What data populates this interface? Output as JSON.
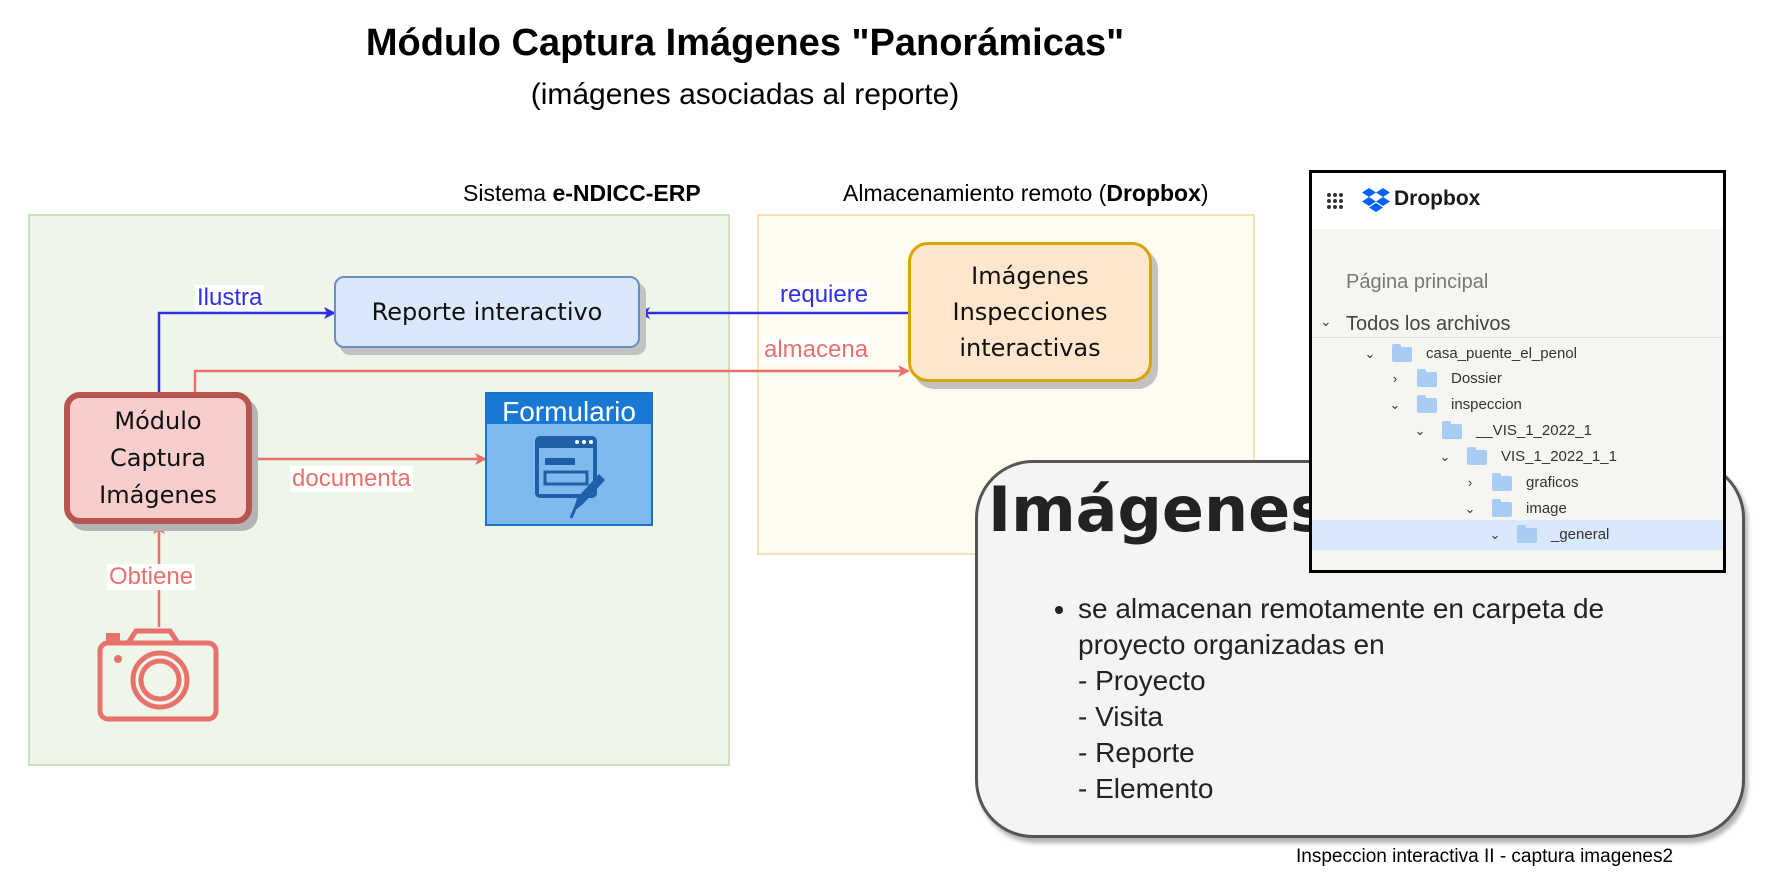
{
  "header": {
    "title": "Módulo Captura Imágenes \"Panorámicas\"",
    "subtitle": "(imágenes asociadas al reporte)"
  },
  "groups": {
    "erp_prefix": "Sistema ",
    "erp_name": "e-NDICC-ERP",
    "remote_prefix": "Almacenamiento remoto (",
    "remote_name": "Dropbox",
    "remote_suffix": ")"
  },
  "nodes": {
    "reporte": "Reporte interactivo",
    "imagenes": [
      "Imágenes",
      "Inspecciones",
      "interactivas"
    ],
    "modulo": [
      "Módulo",
      "Captura",
      "Imágenes"
    ],
    "formulario": "Formulario"
  },
  "edges": {
    "ilustra": "Ilustra",
    "requiere": "requiere",
    "almacena": "almacena",
    "documenta": "documenta",
    "obtiene": "Obtiene"
  },
  "colors": {
    "blue_edge": "#2f2fe6",
    "red_edge": "#e8716c"
  },
  "callout": {
    "title": "Imágenes",
    "bullet_lines": [
      "se almacenan remotamente en carpeta de",
      "proyecto organizadas en",
      "- Proyecto",
      "- Visita",
      "- Reporte",
      "- Elemento"
    ]
  },
  "dropbox": {
    "brand": "Dropbox",
    "icon": "dropbox-logo-icon",
    "nav_home": "Página principal",
    "nav_all": "Todos los archivos",
    "tree": [
      {
        "label": "casa_puente_el_penol",
        "chevron": "⌄"
      },
      {
        "label": "Dossier",
        "chevron": "›"
      },
      {
        "label": "inspeccion",
        "chevron": "⌄"
      },
      {
        "label": "__VIS_1_2022_1",
        "chevron": "⌄"
      },
      {
        "label": "VIS_1_2022_1_1",
        "chevron": "⌄"
      },
      {
        "label": "graficos",
        "chevron": "›"
      },
      {
        "label": "image",
        "chevron": "⌄"
      },
      {
        "label": "_general",
        "chevron": "⌄"
      }
    ]
  },
  "footer": "Inspeccion interactiva II - captura imagenes2"
}
